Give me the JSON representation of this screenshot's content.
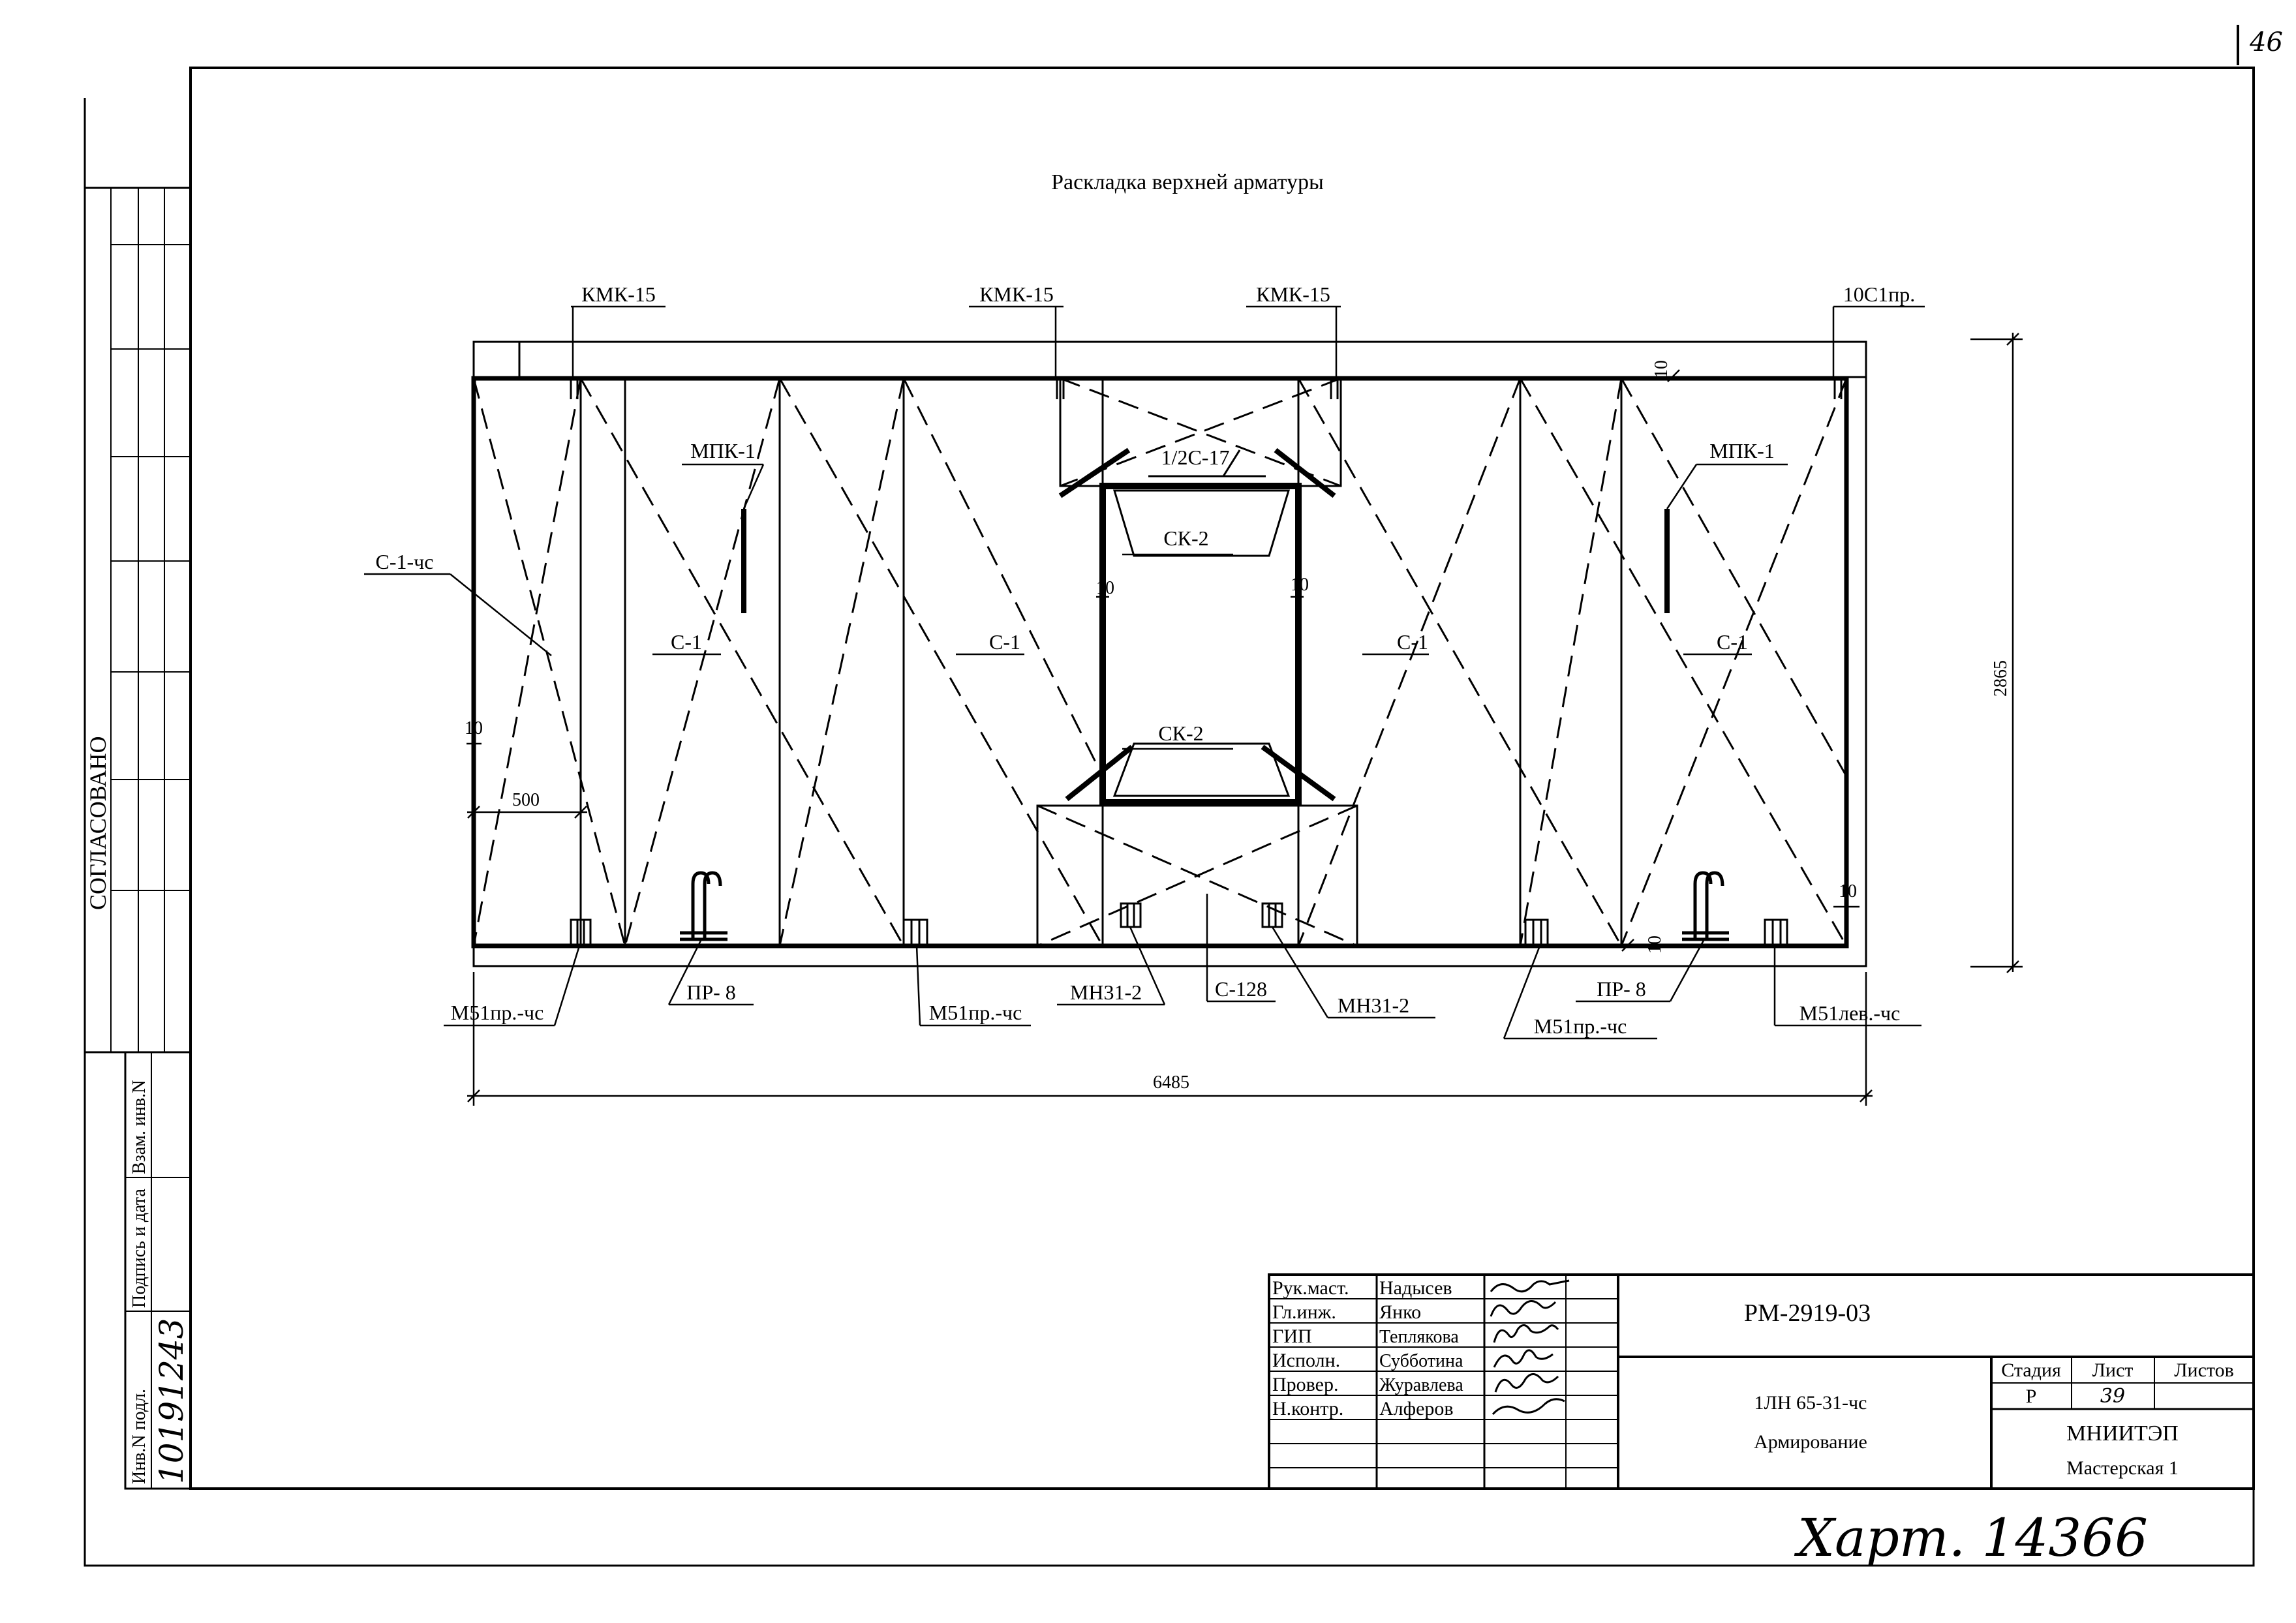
{
  "page_number": "46",
  "drawing_title": "Раскладка верхней арматуры",
  "approval_label": "СОГЛАСОВАНО",
  "side_stamp": {
    "inv_podl": "Инв.N подл.",
    "podpis_data": "Подпись и дата",
    "vzam_inv": "Взам. инв.N",
    "inv_number_handwritten": "10191243"
  },
  "labels": {
    "kmk_1": "КМК-15",
    "kmk_2": "КМК-15",
    "kmk_3": "КМК-15",
    "top_right": "10С1пр.",
    "mpk_left": "МПК-1",
    "mpk_right": "МПК-1",
    "half_c17": "1/2С-17",
    "ck2_top": "СК-2",
    "ck2_bottom": "СК-2",
    "c1_chs": "С-1-чс",
    "c1_a": "С-1",
    "c1_b": "С-1",
    "c1_c": "С-1",
    "c1_d": "С-1",
    "m51_left": "М51пр.-чс",
    "pr8_left": "ПР- 8",
    "m51_mid": "М51пр.-чс",
    "mn31_left": "МН31-2",
    "c128": "С-128",
    "mn31_right": "МН31-2",
    "pr8_right": "ПР- 8",
    "m51_right": "М51пр.-чс",
    "m51_lev": "М51лев.-чс"
  },
  "dimensions": {
    "height": "2865",
    "width": "6485",
    "span_500": "500",
    "gap_10_left": "10",
    "gap_10_top": "10",
    "gap_10_ck_left": "10",
    "gap_10_ck_right": "10",
    "gap_10_bottom_right": "10",
    "gap_10_right": "10"
  },
  "title_block": {
    "roles": [
      "Рук.маст.",
      "Гл.инж.",
      "ГИП",
      "Исполн.",
      "Провер.",
      "Н.контр."
    ],
    "names": [
      "Надысев",
      "Янко",
      "Теплякова",
      "Субботина",
      "Журавлева",
      "Алферов"
    ],
    "doc_code": "РМ-2919-03",
    "product": "1ЛН 65-31-чс",
    "sheet_title": "Армирование",
    "stage_header": "Стадия",
    "sheet_header": "Лист",
    "sheets_header": "Листов",
    "stage_value": "Р",
    "sheet_value": "39",
    "organization": "МНИИТЭП",
    "workshop": "Мастерская 1"
  },
  "handwritten_note": "Харт. 14366"
}
